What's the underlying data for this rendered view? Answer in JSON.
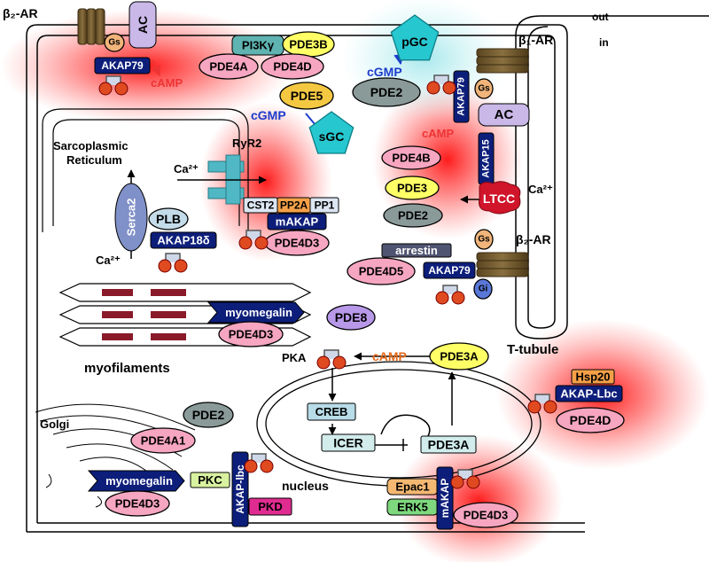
{
  "labels": {
    "b2ar_top": "β₂-AR",
    "b1ar": "β₁-AR",
    "b2ar_right": "β₂-AR",
    "out": "out",
    "in": "in",
    "sarco_line1": "Sarcoplasmic",
    "sarco_line2": "Reticulum",
    "ryr2": "RyR2",
    "ca_left": "Ca²⁺",
    "ca_bottom": "Ca²⁺",
    "ca_ltcc": "Ca²⁺",
    "myofilaments": "myofilaments",
    "t_tubule": "T-tubule",
    "golgi": "Golgi",
    "nucleus": "nucleus",
    "pka": "PKA",
    "camp_top": "cAMP",
    "camp_right": "cAMP",
    "camp_center": "cAMP",
    "cgmp_left": "cGMP",
    "cgmp_top": "cGMP"
  },
  "nodes": {
    "ac_top": "AC",
    "gs_top": "Gs",
    "akap79_top": "AKAP79",
    "pi3k": "PI3Kγ",
    "pde3b": "PDE3B",
    "pde4a": "PDE4A",
    "pde4d_top": "PDE4D",
    "pgc": "pGC",
    "pde2_top": "PDE2",
    "pde5": "PDE5",
    "sgc": "sGC",
    "akap79_right": "AKAP79",
    "gs_right": "Gs",
    "ac_right": "AC",
    "akap15": "AKAP15",
    "pde4b": "PDE4B",
    "pde3": "PDE3",
    "ltcc": "LTCC",
    "pde2_mid": "PDE2",
    "serca2": "Serca2",
    "plb": "PLB",
    "akap18": "AKAP18δ",
    "cst2": "CST2",
    "pp2a": "PP2A",
    "pp1": "PP1",
    "makap_top": "mAKAP",
    "pde4d3_top": "PDE4D3",
    "arrestin": "arrestin",
    "gs_lower": "Gs",
    "akap79_lower": "AKAP79",
    "gi": "Gi",
    "pde4d5": "PDE4D5",
    "myomegalin_mid": "myomegalin",
    "pde4d3_mid": "PDE4D3",
    "pde8": "PDE8",
    "pde3a_top": "PDE3A",
    "creb": "CREB",
    "icer": "ICER",
    "pde3a_nuc": "PDE3A",
    "hsp20": "Hsp20",
    "akap_lbc": "AKAP-Lbc",
    "pde4d_right": "PDE4D",
    "pde2_golgi": "PDE2",
    "pde4a1": "PDE4A1",
    "myomegalin_bot": "myomegalin",
    "pde4d3_bot": "PDE4D3",
    "pkc": "PKC",
    "pkd": "PKD",
    "akap_lbc_bot": "AKAP-lbc",
    "epac1": "Epac1",
    "erk5": "ERK5",
    "makap_bot": "mAKAP",
    "pde4d3_nuc": "PDE4D3"
  }
}
